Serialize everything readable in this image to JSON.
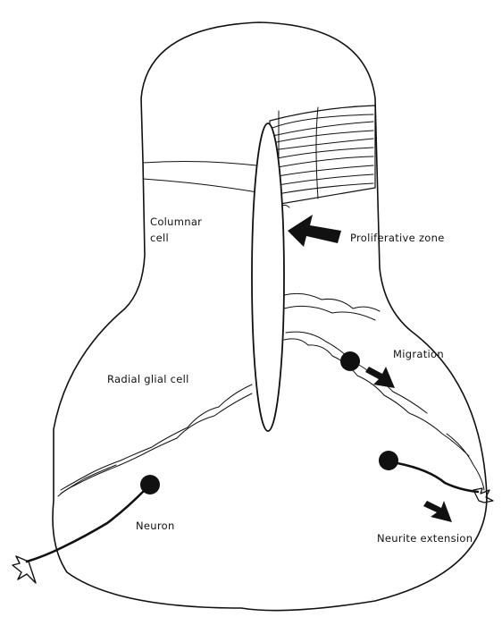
{
  "labels": {
    "columnar_line1": "Columnar",
    "columnar_line2": "cell",
    "proliferative": "Proliferative zone",
    "radial_glial": "Radial glial cell",
    "migration": "Migration",
    "neuron": "Neuron",
    "neurite": "Neurite extension"
  }
}
